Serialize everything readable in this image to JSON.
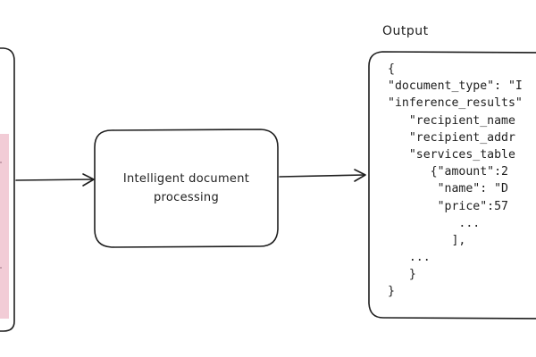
{
  "process": {
    "label_line1": "Intelligent document",
    "label_line2": "processing"
  },
  "output": {
    "title": "Output",
    "json_lines": [
      "{",
      "\"document_type\": \"I",
      "\"inference_results\"",
      "   \"recipient_name",
      "   \"recipient_addr",
      "   \"services_table",
      "      {\"amount\":2",
      "       \"name\": \"D",
      "       \"price\":57",
      "          ...",
      "         ],",
      "   ...",
      "   }",
      "}"
    ]
  },
  "colors": {
    "stroke": "#1e1e1e",
    "input_highlight": "#f2ccd6",
    "background": "#ffffff"
  }
}
